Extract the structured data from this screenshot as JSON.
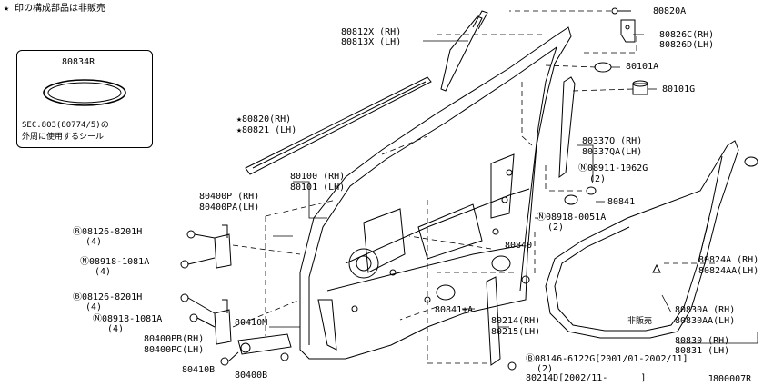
{
  "header": {
    "note": "★ 印の構成部品は非販売"
  },
  "inset": {
    "part": "80834R",
    "line1": "SEC.803(80774/5)の",
    "line2": "外周に使用するシール"
  },
  "labels": {
    "p80820A": "80820A",
    "p80826C": "80826C(RH)",
    "p80826D": "80826D(LH)",
    "p80812X": "80812X (RH)",
    "p80813X": "80813X (LH)",
    "p80101A": "80101A",
    "p80101G": "80101G",
    "p80820": "★80820(RH)",
    "p80821": "★80821 (LH)",
    "p80337Q": "80337Q (RH)",
    "p80337QA": "80337QA(LH)",
    "n08911a": "Ⓝ08911-1062G",
    "n08911b": "(2)",
    "p80841": "80841",
    "p80100": "80100 (RH)",
    "p80101": "80101 (LH)",
    "p80400P": "80400P (RH)",
    "p80400PA": "80400PA(LH)",
    "b08126a1": "Ⓑ08126-8201H",
    "b08126a2": "(4)",
    "n08918a1": "Ⓝ08918-1081A",
    "n08918a2": "(4)",
    "n08918b1": "Ⓝ08918-0051A",
    "n08918b2": "(2)",
    "p80840": "80840",
    "p80824A": "80824A (RH)",
    "p80824AA": "80824AA(LH)",
    "b08126b1": "Ⓑ08126-8201H",
    "b08126b2": "(4)",
    "n08918c1": "Ⓝ08918-1081A",
    "n08918c2": "(4)",
    "p80841A": "80841+A",
    "p80410M": "80410M",
    "p80400PB": "80400PB(RH)",
    "p80400PC": "80400PC(LH)",
    "p80214": "80214(RH)",
    "p80215": "80215(LH)",
    "p80830A": "80830A (RH)",
    "p80830AA": "80830AA(LH)",
    "hanbai": "非販売",
    "p80830": "80830 (RH)",
    "p80831": "80831 (LH)",
    "p80410B": "80410B",
    "p80400B": "80400B",
    "b08146a": "Ⓑ08146-6122G[2001/01-2002/11]",
    "b08146b": "(2)",
    "p80214D": "80214D[2002/11-      ]",
    "code": "J800007R"
  }
}
